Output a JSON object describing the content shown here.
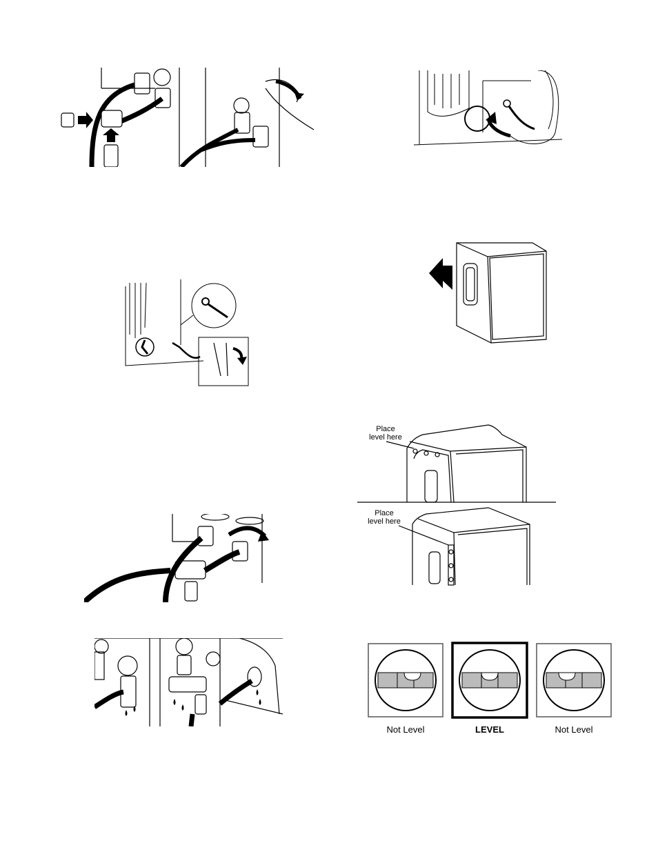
{
  "level_figure": {
    "label_top": "Place\nlevel here",
    "label_bottom": "Place\nlevel here"
  },
  "bubble_levels": [
    {
      "caption": "Not Level",
      "bold": false,
      "bubble_offset": 0.1
    },
    {
      "caption": "LEVEL",
      "bold": true,
      "bubble_offset": 0.0
    },
    {
      "caption": "Not Level",
      "bold": false,
      "bubble_offset": -0.1
    }
  ],
  "icons": [
    "water-valve-icon",
    "y-connector-icon",
    "pliers-icon",
    "dryer-icon",
    "arrow-icon",
    "water-drop-icon",
    "bubble-level-icon"
  ]
}
